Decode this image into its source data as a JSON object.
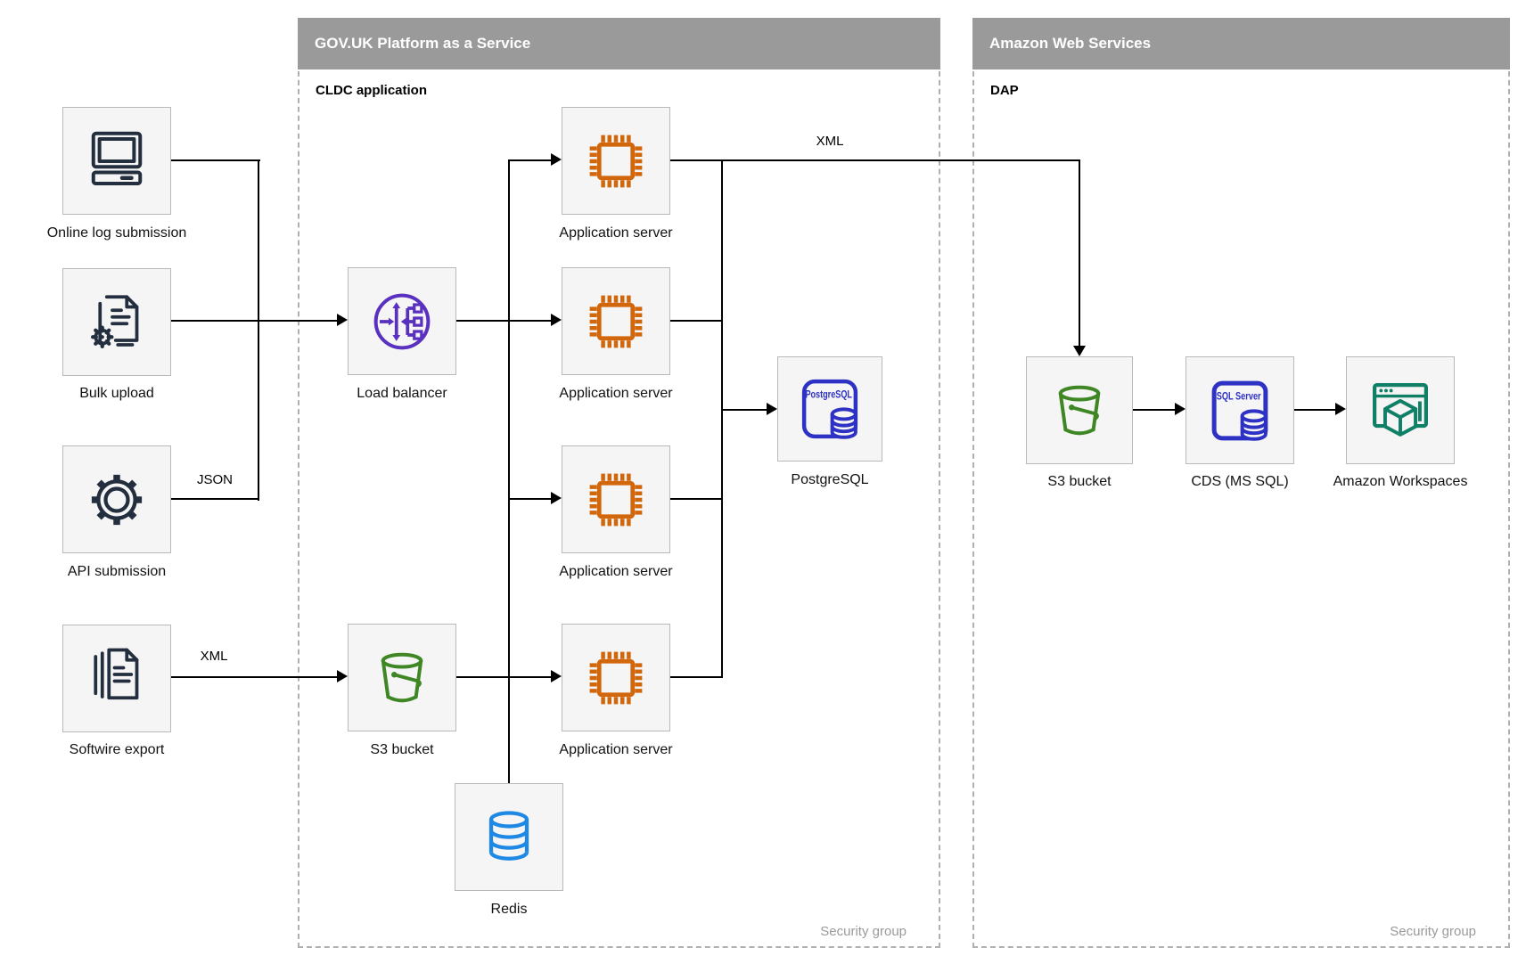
{
  "colors": {
    "header_bg": "#9a9a9a",
    "header_text": "#ffffff",
    "container_border": "#b0b0b0",
    "node_bg": "#f5f5f5",
    "node_border": "#b9b9b9",
    "line": "#000000",
    "muted_text": "#9a9a9a",
    "navy": "#232f3e",
    "purple": "#5a30c0",
    "orange": "#d2660a",
    "green": "#3f8624",
    "redis_blue": "#1e88e5",
    "indigo": "#2d31c4",
    "teal": "#0f8066"
  },
  "containers": {
    "paas": {
      "title": "GOV.UK Platform as a Service",
      "sublabel": "CLDC application",
      "footer": "Security group"
    },
    "aws": {
      "title": "Amazon Web Services",
      "sublabel": "DAP",
      "footer": "Security group"
    }
  },
  "nodes": {
    "online_log": {
      "label": "Online log submission"
    },
    "bulk_upload": {
      "label": "Bulk upload"
    },
    "api_submission": {
      "label": "API submission"
    },
    "softwire_export": {
      "label": "Softwire export"
    },
    "load_balancer": {
      "label": "Load balancer"
    },
    "s3_paas": {
      "label": "S3 bucket"
    },
    "app_server_1": {
      "label": "Application server"
    },
    "app_server_2": {
      "label": "Application server"
    },
    "app_server_3": {
      "label": "Application server"
    },
    "app_server_4": {
      "label": "Application server"
    },
    "redis": {
      "label": "Redis"
    },
    "postgresql": {
      "label": "PostgreSQL",
      "badge": "PostgreSQL"
    },
    "s3_aws": {
      "label": "S3 bucket"
    },
    "cds": {
      "label": "CDS (MS SQL)",
      "badge": "SQL Server"
    },
    "workspaces": {
      "label": "Amazon Workspaces"
    }
  },
  "edge_labels": {
    "json": "JSON",
    "xml_softwire": "XML",
    "xml_to_aws": "XML"
  }
}
